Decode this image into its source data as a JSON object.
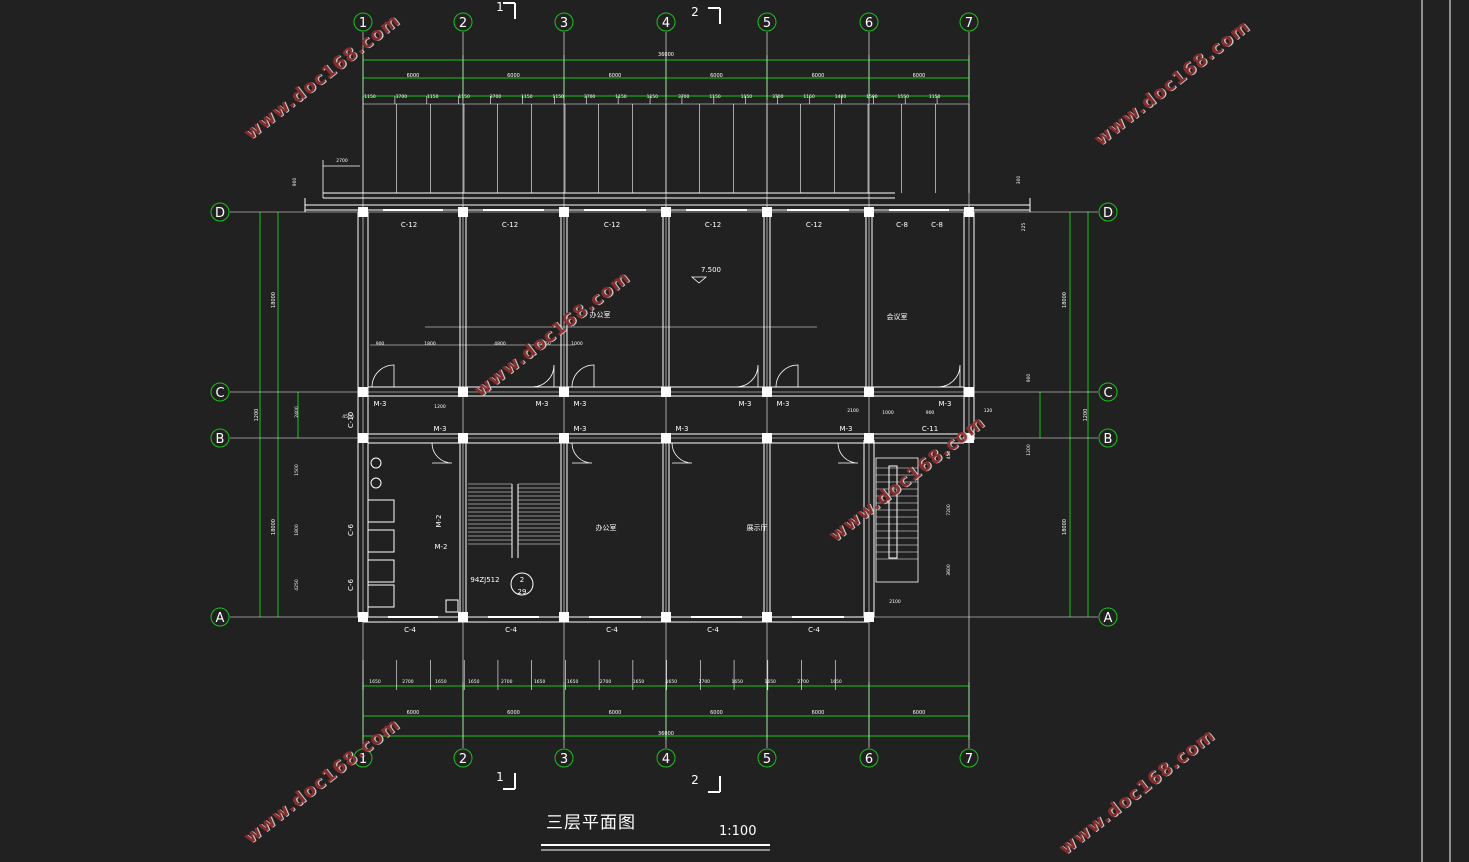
{
  "drawing": {
    "title": "三层平面图",
    "scale": "1:100",
    "axes_numbers": [
      "1",
      "2",
      "3",
      "4",
      "5",
      "6",
      "7"
    ],
    "axes_letters": [
      "D",
      "C",
      "B",
      "A"
    ],
    "section_marks": [
      "1",
      "2"
    ],
    "elevation": "7.500",
    "rooms": [
      "办公室",
      "会议室",
      "办公室",
      "展示厅"
    ],
    "windows_top": [
      "C-12",
      "C-12",
      "C-12",
      "C-12",
      "C-12",
      "C-8",
      "C-8"
    ],
    "windows_bottom": [
      "C-4",
      "C-4",
      "C-4",
      "C-4",
      "C-4"
    ],
    "windows_side": [
      "C-10",
      "C-6",
      "C-6",
      "C-11"
    ],
    "doors": [
      "M-3",
      "M-3",
      "M-3",
      "M-3",
      "M-3",
      "M-3",
      "M-3",
      "M-3",
      "M-3",
      "M-3",
      "M-2",
      "M-2"
    ],
    "stair_ref": "94ZJ512",
    "detail_ref": [
      "2",
      "29"
    ],
    "overall_length": "36000",
    "bay_width": "6000",
    "depth": "18000",
    "dims_top": [
      "1150",
      "3700",
      "1150",
      "1150",
      "3700",
      "1150",
      "1150",
      "3700",
      "1150",
      "1150",
      "3700",
      "1150",
      "1150",
      "3700",
      "1150",
      "1400",
      "1500",
      "1550",
      "1150"
    ],
    "dims_bottom": [
      "1650",
      "2700",
      "1650",
      "1650",
      "2700",
      "1650",
      "1650",
      "2700",
      "1650",
      "1650",
      "2700",
      "1650",
      "1650",
      "2700",
      "1650"
    ],
    "dims_misc": [
      "2700",
      "900",
      "1800",
      "4800",
      "4650",
      "1000",
      "900",
      "2400",
      "1500",
      "1800",
      "4250",
      "1000",
      "900",
      "2100",
      "7200",
      "3600",
      "450",
      "300",
      "225",
      "900",
      "1200",
      "4500",
      "1200",
      "2100",
      "120"
    ],
    "watermark": "www.doc168.com"
  },
  "colors": {
    "background": "#212121",
    "lines": "#ffffff",
    "dims": "#19c319",
    "axis_bubble": "#19c319",
    "watermark": "#8f2f2f"
  }
}
